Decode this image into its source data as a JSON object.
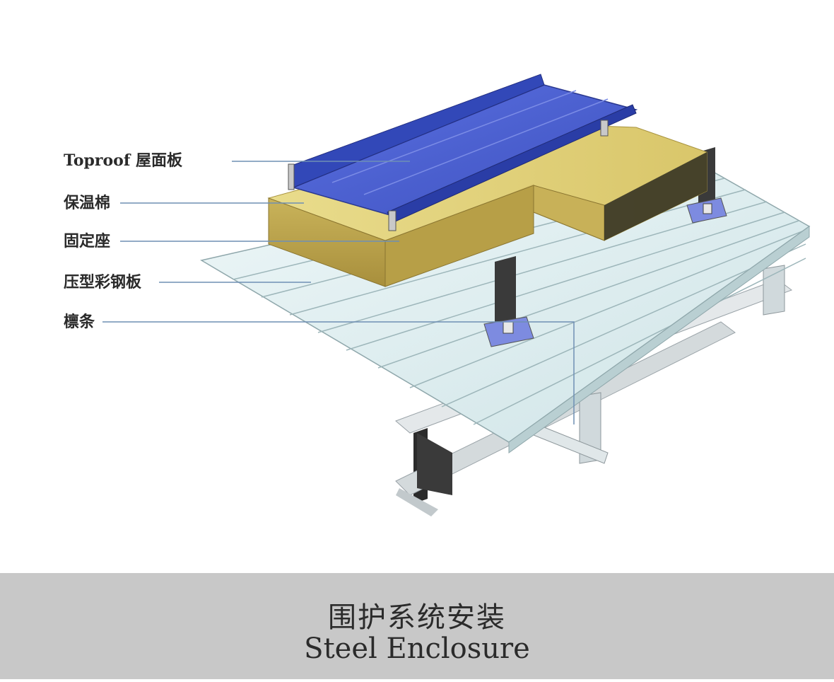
{
  "labels": {
    "toproof": "Toproof 屋面板",
    "insulation": "保温棉",
    "fixing_seat": "固定座",
    "steel_sheet": "压型彩钢板",
    "purlin": "檩条"
  },
  "caption": {
    "chinese": "围护系统安装",
    "english": "Steel Enclosure"
  },
  "colors": {
    "roof_panel": "#4a5fd0",
    "insulation": "#d8c872",
    "steel_sheet": "#dff0f2",
    "caption_bg": "#c8c8c8"
  }
}
